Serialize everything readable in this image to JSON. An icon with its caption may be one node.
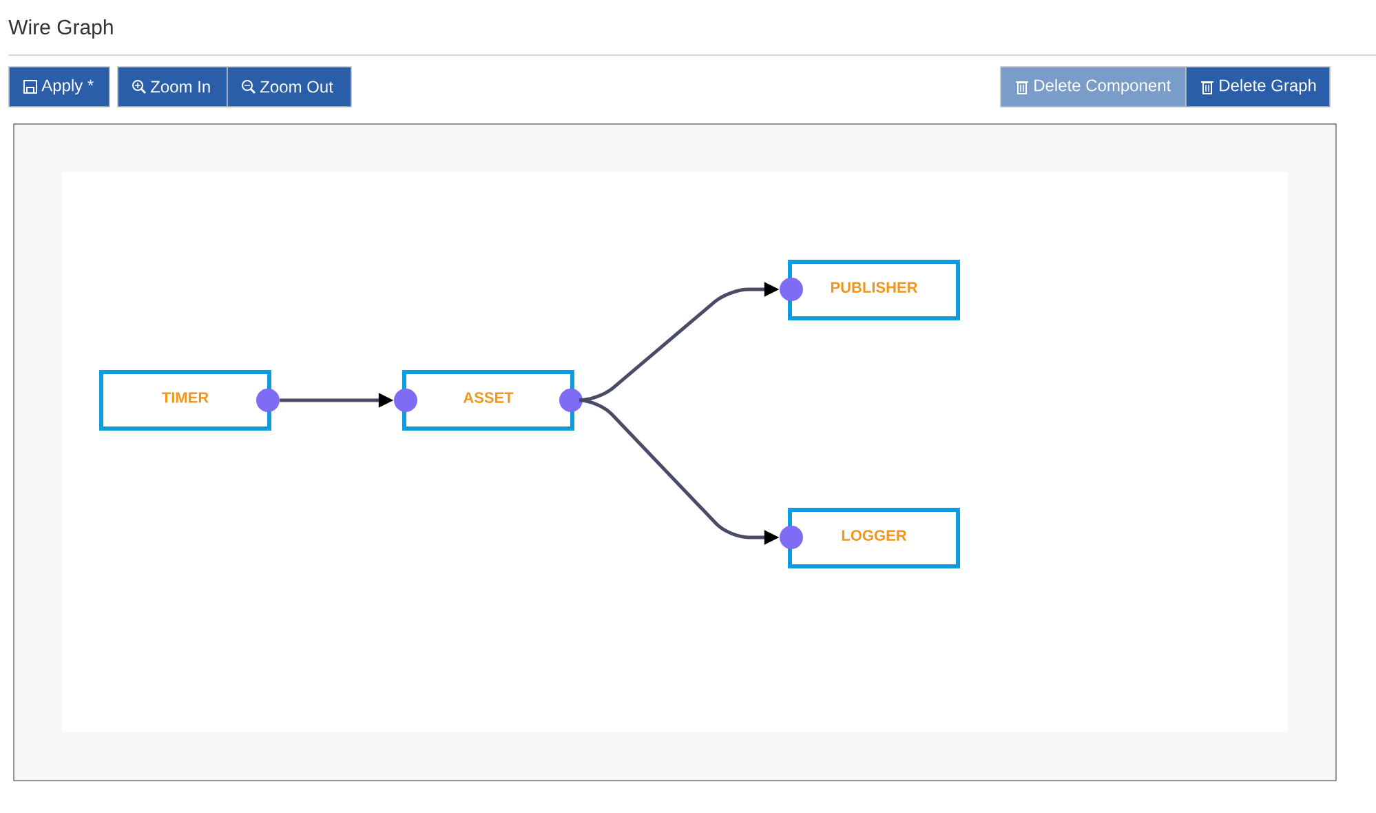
{
  "diagram": {
    "title": "Wire Graph",
    "nodes": [
      {
        "text": [
          "TIMER"
        ]
      },
      {
        "text": [
          "ASSET"
        ]
      },
      {
        "text": [
          "PUBLISHER"
        ]
      },
      {
        "text": [
          "LOGGER"
        ]
      },
      {
        "text": [],
        "shape": "circle"
      },
      {
        "text": [],
        "shape": "circle"
      },
      {
        "text": [],
        "shape": "circle"
      },
      {
        "text": [],
        "shape": "circle"
      },
      {
        "text": [],
        "shape": "circle"
      }
    ],
    "edges": [
      {
        "from": 4,
        "to": 5,
        "arrow": "to"
      },
      {
        "from": 6,
        "to": 7,
        "arrow": "to"
      },
      {
        "from": 6,
        "to": 8,
        "arrow": "to"
      }
    ],
    "labels": [
      "Apply *",
      "Zoom In",
      "Zoom Out",
      "Delete Component",
      "Delete Graph"
    ]
  }
}
